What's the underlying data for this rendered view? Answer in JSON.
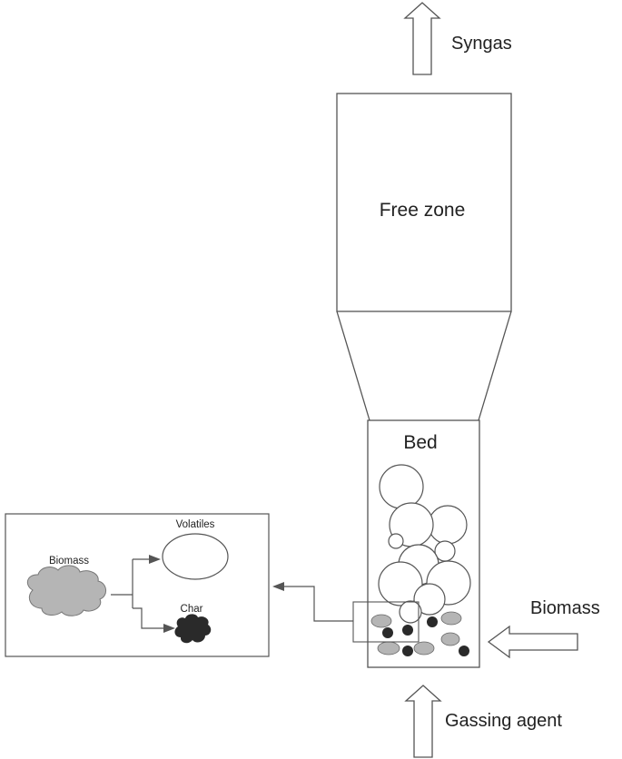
{
  "labels": {
    "syngas": "Syngas",
    "free_zone": "Free zone",
    "bed": "Bed",
    "biomass_inlet": "Biomass",
    "gassing_agent": "Gassing agent",
    "inset_biomass": "Biomass",
    "inset_volatiles": "Volatiles",
    "inset_char": "Char"
  },
  "colors": {
    "line": "#555555",
    "biomass_particle": "#b5b5b5",
    "char_particle": "#2a2a2a",
    "bubble": "#ffffff"
  }
}
